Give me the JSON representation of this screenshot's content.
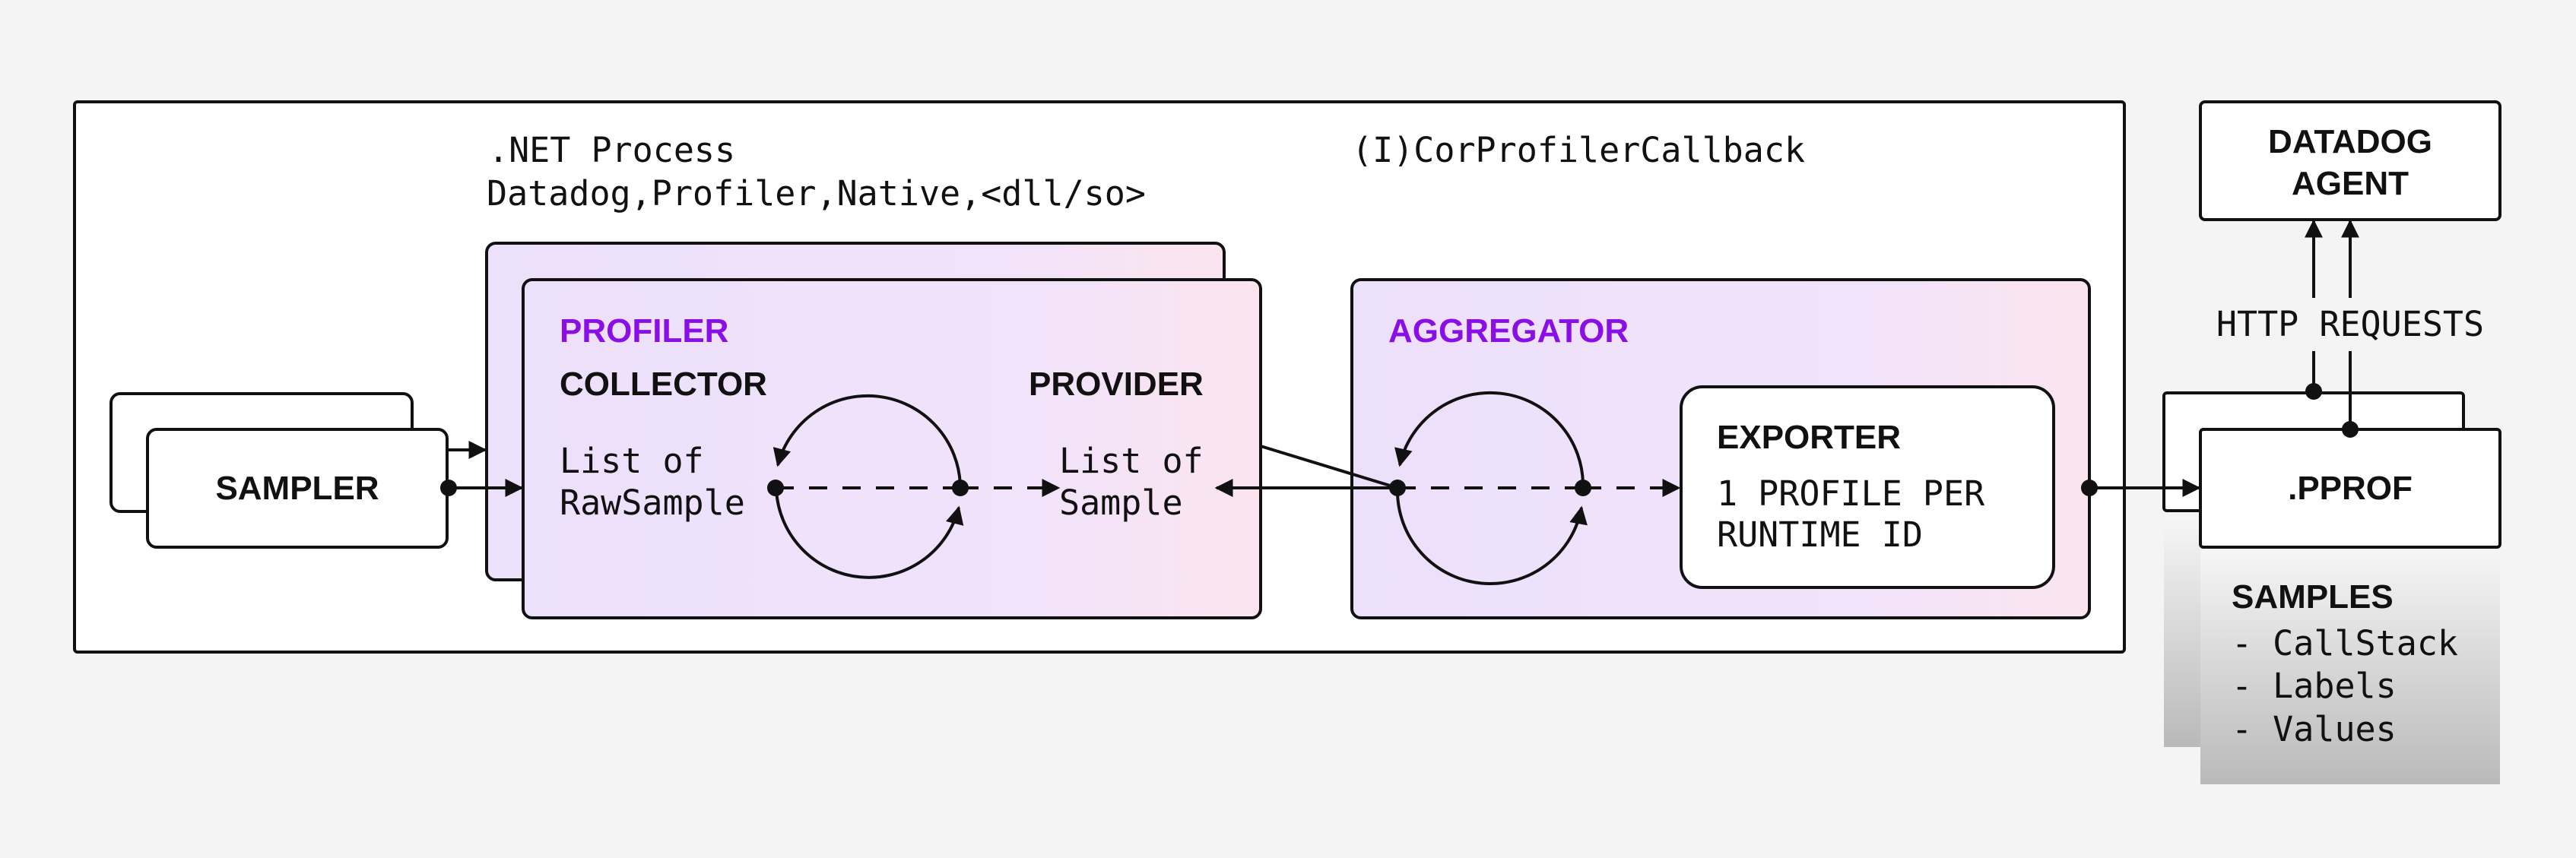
{
  "process": {
    "title_line1": ".NET Process",
    "title_line2": "Datadog,Profiler,Native,<dll/so>",
    "callback_label": "(I)CorProfilerCallback"
  },
  "sampler": {
    "label": "SAMPLER"
  },
  "profiler": {
    "title": "PROFILER",
    "collector_label": "COLLECTOR",
    "provider_label": "PROVIDER",
    "rawsample_line1": "List of",
    "rawsample_line2": "RawSample",
    "sample_line1": "List of",
    "sample_line2": "Sample"
  },
  "aggregator": {
    "title": "AGGREGATOR",
    "exporter_title": "EXPORTER",
    "exporter_line1": "1 PROFILE PER",
    "exporter_line2": "RUNTIME ID"
  },
  "agent": {
    "line1": "DATADOG",
    "line2": "AGENT"
  },
  "http_label": "HTTP REQUESTS",
  "pprof": {
    "label": ".PPROF"
  },
  "samples": {
    "title": "SAMPLES",
    "items": [
      "- CallStack",
      "- Labels",
      "- Values"
    ]
  },
  "colors": {
    "background": "#f4f4f4",
    "accent_purple": "#8a0fe5",
    "gradient_start": "#ede0fb",
    "gradient_end": "#fbe4ef",
    "stroke": "#111111"
  }
}
